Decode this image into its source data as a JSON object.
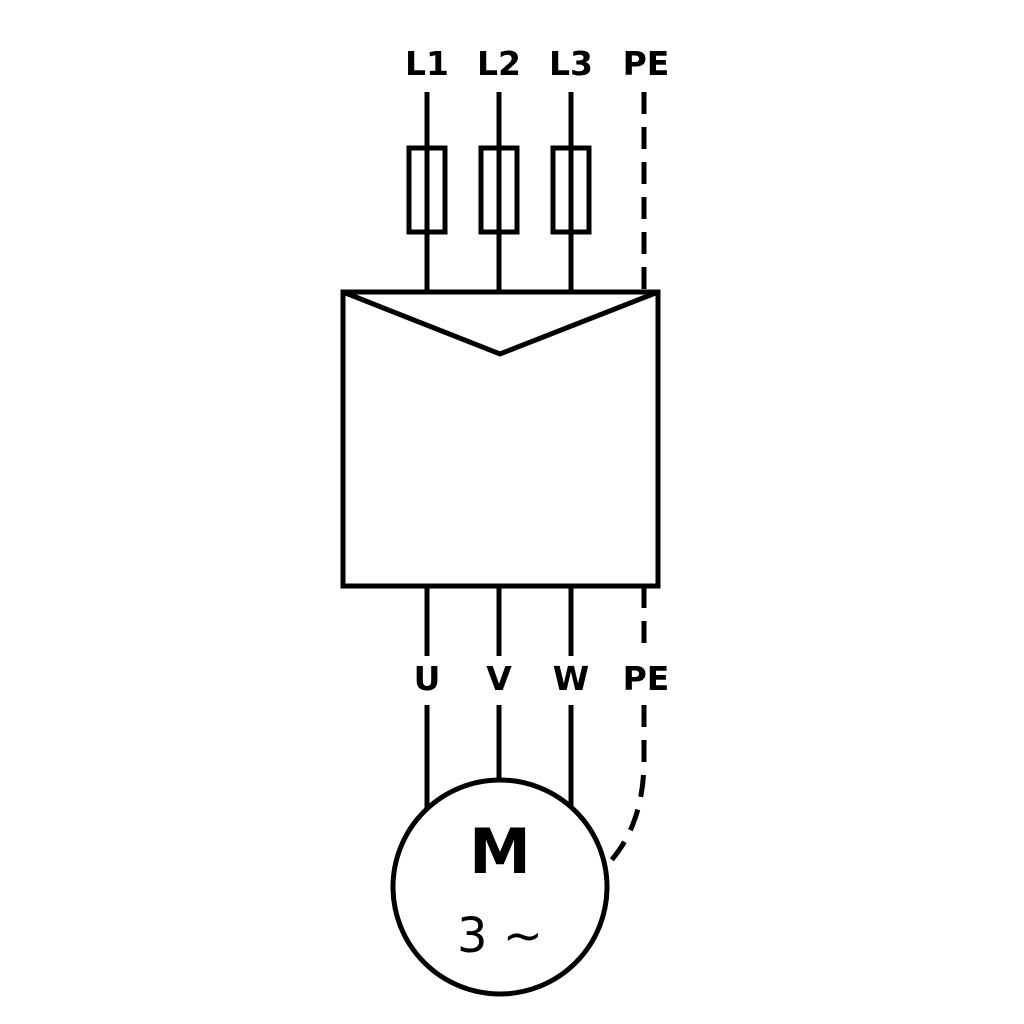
{
  "diagram": {
    "kind": "three-phase-motor-wiring-schematic",
    "supply_terminals": [
      "L1",
      "L2",
      "L3",
      "PE"
    ],
    "output_terminals": [
      "U",
      "V",
      "W",
      "PE"
    ],
    "motor": {
      "letter": "M",
      "phase_text": "3 ∼"
    },
    "colors": {
      "line": "#000000",
      "background": "#ffffff"
    }
  }
}
